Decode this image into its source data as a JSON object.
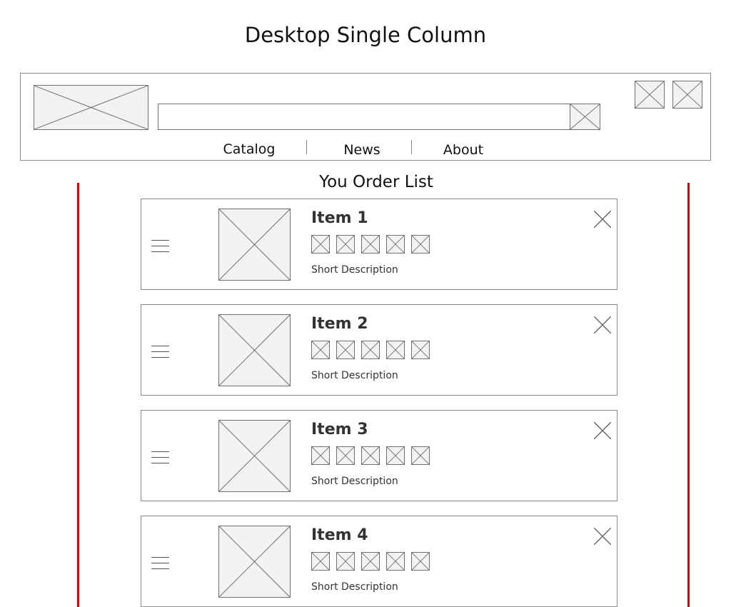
{
  "page": {
    "title": "Desktop Single Column"
  },
  "header": {
    "search": {
      "value": "",
      "placeholder": ""
    },
    "nav": [
      {
        "label": "Catalog"
      },
      {
        "label": "News"
      },
      {
        "label": "About"
      }
    ]
  },
  "order_list": {
    "title": "You Order List",
    "items": [
      {
        "name": "Item 1",
        "description": "Short Description",
        "rating_icons": 5
      },
      {
        "name": "Item 2",
        "description": "Short Description",
        "rating_icons": 5
      },
      {
        "name": "Item 3",
        "description": "Short Description",
        "rating_icons": 5
      },
      {
        "name": "Item 4",
        "description": "Short Description",
        "rating_icons": 5
      }
    ]
  },
  "colors": {
    "border": "#8a8a8a",
    "placeholder_fill": "#f2f2f2",
    "placeholder_stroke": "#707070",
    "guide_line": "#d40000"
  }
}
